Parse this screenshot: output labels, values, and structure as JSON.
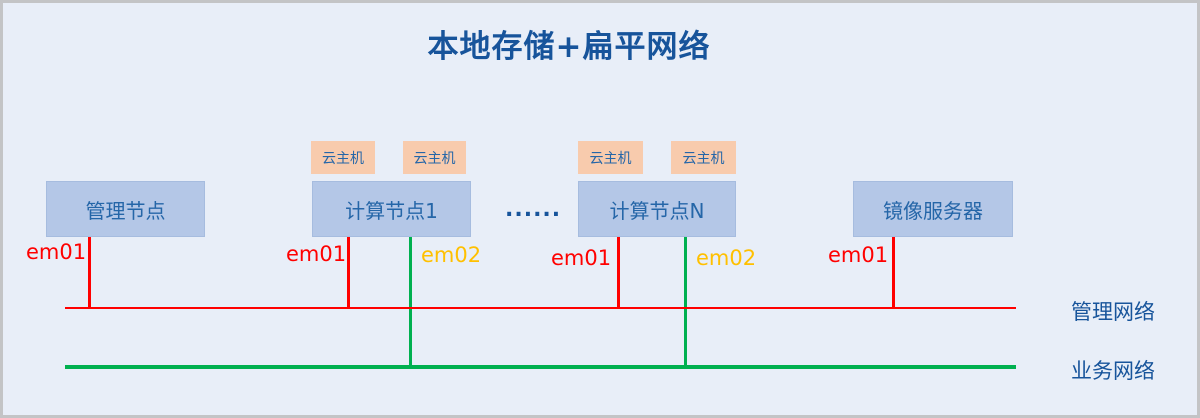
{
  "title": "本地存储+扁平网络",
  "nodes": [
    {
      "label": "管理节点"
    },
    {
      "label": "计算节点1"
    },
    {
      "label": "计算节点N"
    },
    {
      "label": "镜像服务器"
    }
  ],
  "vm_boxes": [
    {
      "label": "云主机"
    },
    {
      "label": "云主机"
    },
    {
      "label": "云主机"
    },
    {
      "label": "云主机"
    }
  ],
  "ellipsis": "......",
  "nic_labels": [
    {
      "label": "em01",
      "color": "#FF0000"
    },
    {
      "label": "em01",
      "color": "#FF0000"
    },
    {
      "label": "em02",
      "color": "#FFC000"
    },
    {
      "label": "em01",
      "color": "#FF0000"
    },
    {
      "label": "em02",
      "color": "#FFC000"
    },
    {
      "label": "em01",
      "color": "#FF0000"
    }
  ],
  "networks": [
    {
      "label": "管理网络",
      "color": "#FF0000"
    },
    {
      "label": "业务网络",
      "color": "#00B050"
    }
  ],
  "colors": {
    "background": "#E8EEF8",
    "border": "#C3C4C6",
    "node_fill": "#B4C7E7",
    "vm_fill": "#F8CBAD",
    "text_blue": "#17549B",
    "management_line": "#FF0000",
    "business_line": "#00B050",
    "em01": "#FF0000",
    "em02": "#FFC000"
  }
}
